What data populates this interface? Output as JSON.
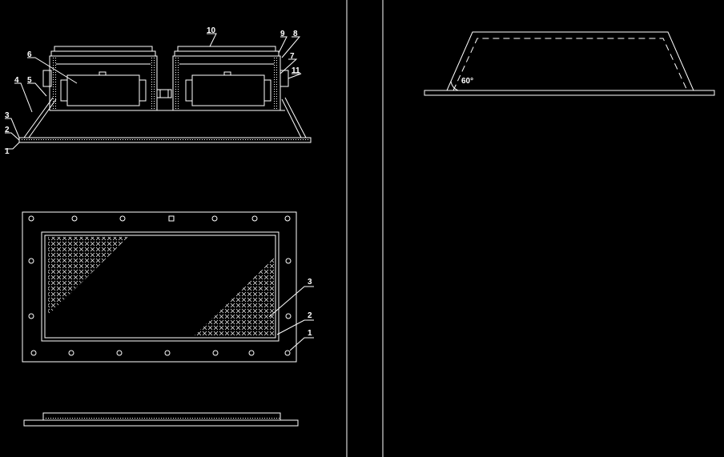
{
  "labels": {
    "l10": "10",
    "l9": "9",
    "l8": "8",
    "l6": "6",
    "l7": "7",
    "l11": "11",
    "l4": "4",
    "l5": "5",
    "l3": "3",
    "l2": "2",
    "l1": "1",
    "plan3": "3",
    "plan2": "2",
    "plan1": "1",
    "angle": "60°"
  }
}
